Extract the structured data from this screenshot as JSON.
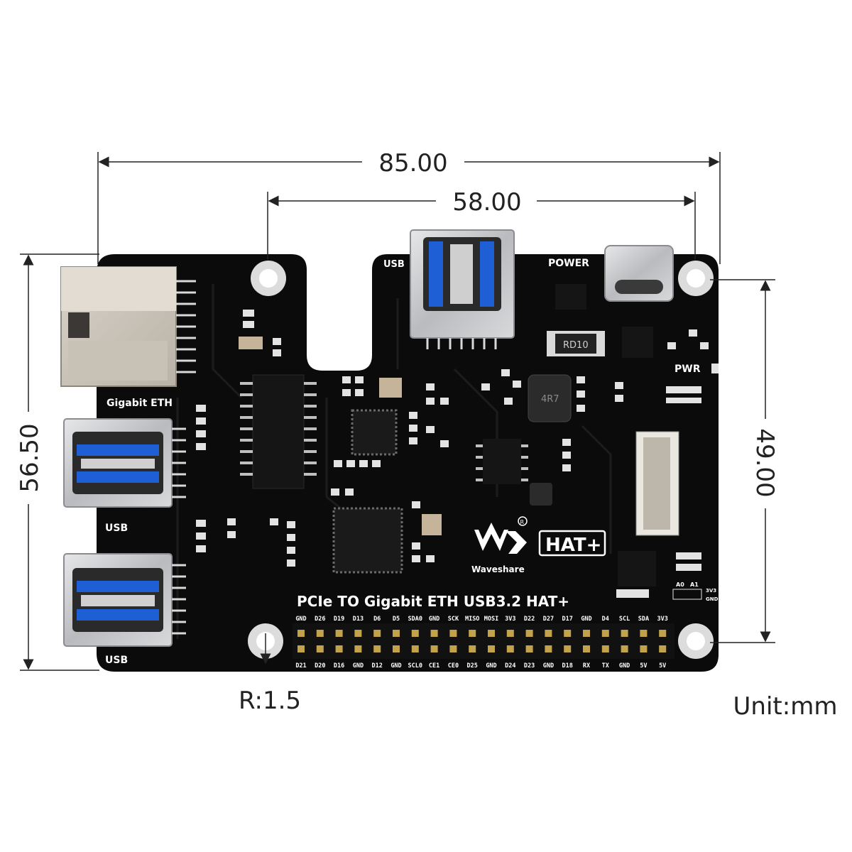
{
  "dimensions": {
    "width_overall": "85.00",
    "width_holes": "58.00",
    "height_overall": "56.50",
    "height_holes": "49.00",
    "radius": "R:1.5",
    "unit": "Unit:mm"
  },
  "silkscreen": {
    "gigabit_eth": "Gigabit ETH",
    "usb_left_1": "USB",
    "usb_left_2": "USB",
    "usb_top": "USB",
    "power": "POWER",
    "pwr": "PWR",
    "rd10": "RD10",
    "inductor": "4R7",
    "hat_badge": "HAT+",
    "brand": "Waveshare",
    "product_title": "PCIe TO Gigabit ETH USB3.2 HAT+",
    "a0": "A0",
    "a1": "A1",
    "v3": "3V3",
    "gnd": "GND"
  },
  "gpio_top": [
    "GND",
    "D26",
    "D19",
    "D13",
    "D6",
    "D5",
    "SDA0",
    "GND",
    "SCK",
    "MISO",
    "MOSI",
    "3V3",
    "D22",
    "D27",
    "D17",
    "GND",
    "D4",
    "SCL",
    "SDA",
    "3V3"
  ],
  "gpio_bottom": [
    "D21",
    "D20",
    "D16",
    "GND",
    "D12",
    "GND",
    "SCL0",
    "CE1",
    "CE0",
    "D25",
    "GND",
    "D24",
    "D23",
    "GND",
    "D18",
    "RX",
    "TX",
    "GND",
    "5V",
    "5V"
  ],
  "colors": {
    "pcb": "#0b0b0b",
    "silk": "#ffffff",
    "usb_blue": "#1f5fd6",
    "metal": "#c9cacc",
    "hole_ring": "#dcdcdc"
  }
}
